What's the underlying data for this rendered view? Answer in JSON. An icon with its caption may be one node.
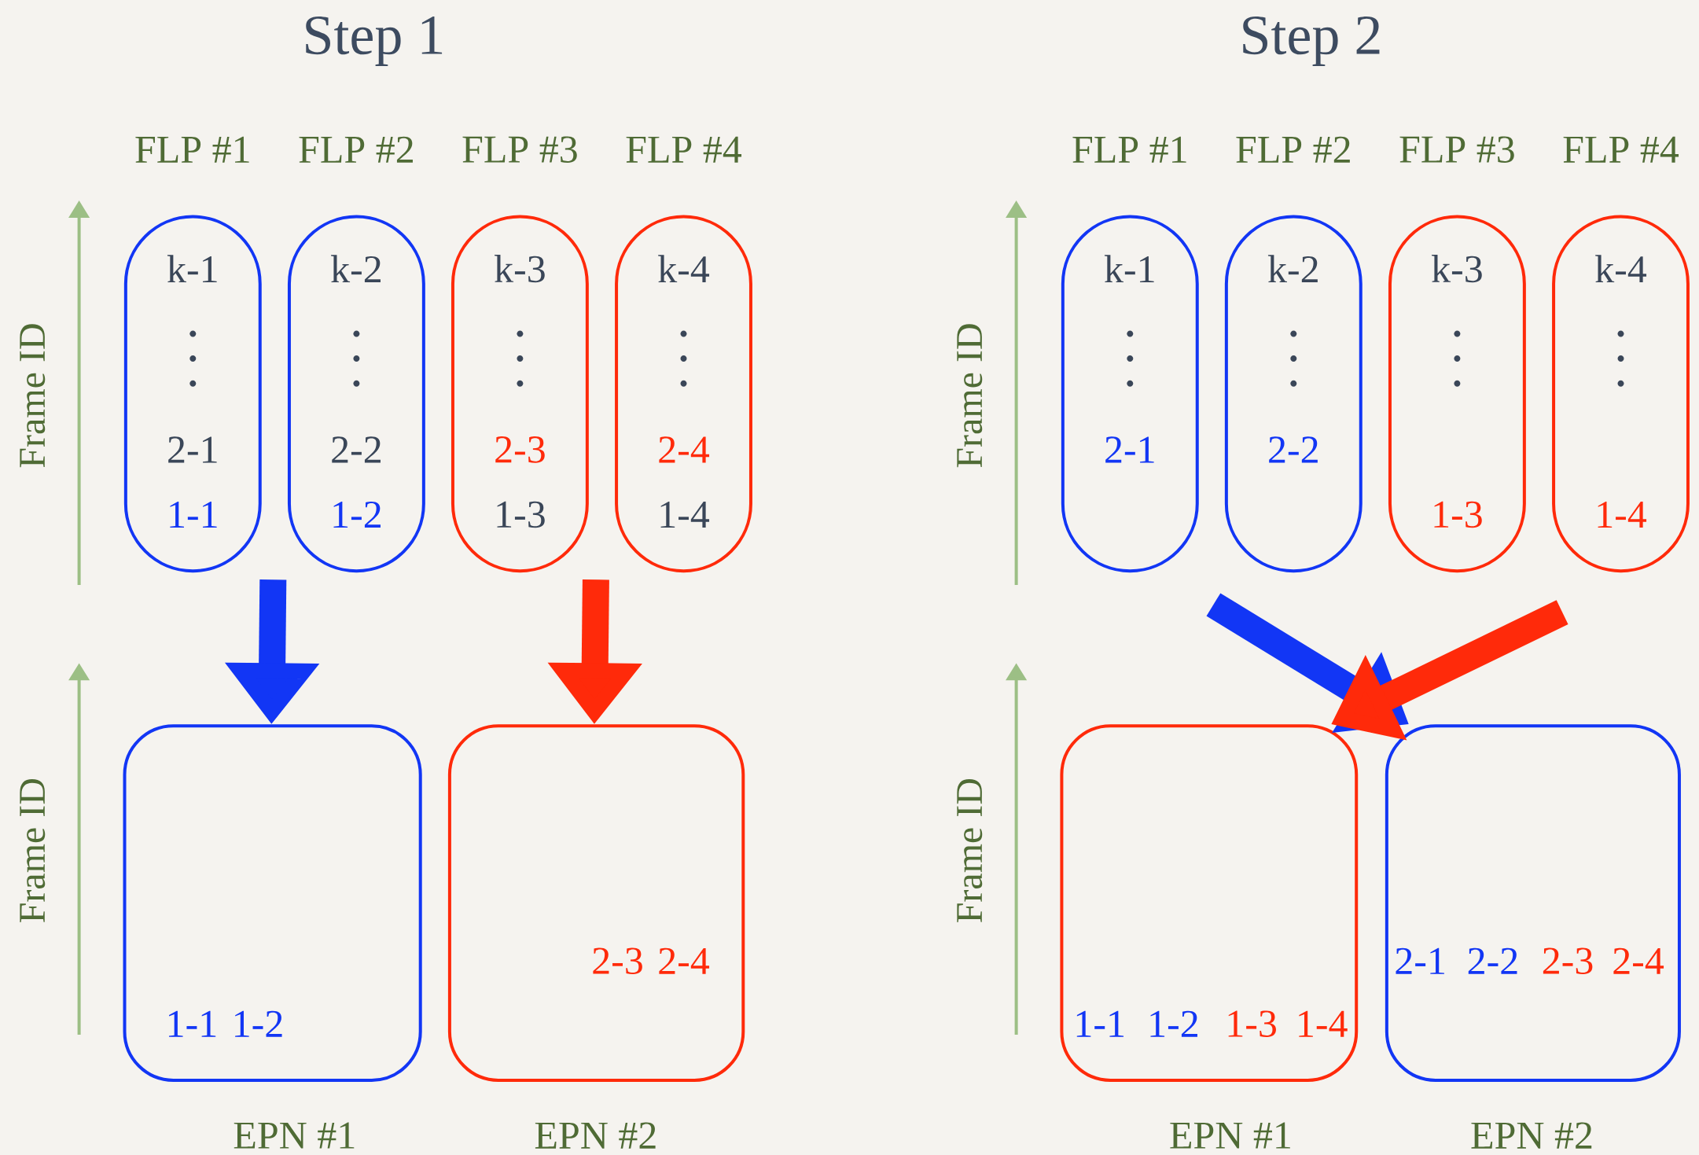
{
  "diagram": {
    "nodes": [
      {
        "text": [
          "FLP #1",
          "k-1",
          "2-1",
          "1-1"
        ]
      },
      {
        "text": [
          "FLP #2",
          "k-2",
          "2-2",
          "1-2"
        ]
      },
      {
        "text": [
          "FLP #3",
          "k-3",
          "2-3",
          "1-3"
        ]
      },
      {
        "text": [
          "FLP #4",
          "k-4",
          "2-4",
          "1-4"
        ]
      },
      {
        "text": [
          "1-1",
          "1-2",
          "EPN #1"
        ]
      },
      {
        "text": [
          "2-3",
          "2-4",
          "EPN #2"
        ]
      },
      {
        "text": [
          "FLP #1",
          "k-1",
          "2-1"
        ]
      },
      {
        "text": [
          "FLP #2",
          "k-2",
          "2-2"
        ]
      },
      {
        "text": [
          "FLP #3",
          "k-3",
          "1-3"
        ]
      },
      {
        "text": [
          "FLP #4",
          "k-4",
          "1-4"
        ]
      },
      {
        "text": [
          "1-1",
          "1-2",
          "1-3",
          "1-4",
          "EPN #1"
        ]
      },
      {
        "text": [
          "2-1",
          "2-2",
          "2-3",
          "2-4",
          "EPN #2"
        ]
      }
    ],
    "edges": [
      {
        "from": null,
        "to": 4,
        "arrow": "to",
        "color": "#1236f5"
      },
      {
        "from": null,
        "to": 5,
        "arrow": "to",
        "color": "#ff2a0a"
      },
      {
        "from": null,
        "to": 11,
        "arrow": "to",
        "color": "#1236f5"
      },
      {
        "from": null,
        "to": 10,
        "arrow": "to",
        "color": "#ff2a0a"
      }
    ],
    "labels": [
      "Step 1",
      "Step 2",
      "Frame ID",
      "Frame ID",
      "Frame ID",
      "Frame ID"
    ]
  }
}
